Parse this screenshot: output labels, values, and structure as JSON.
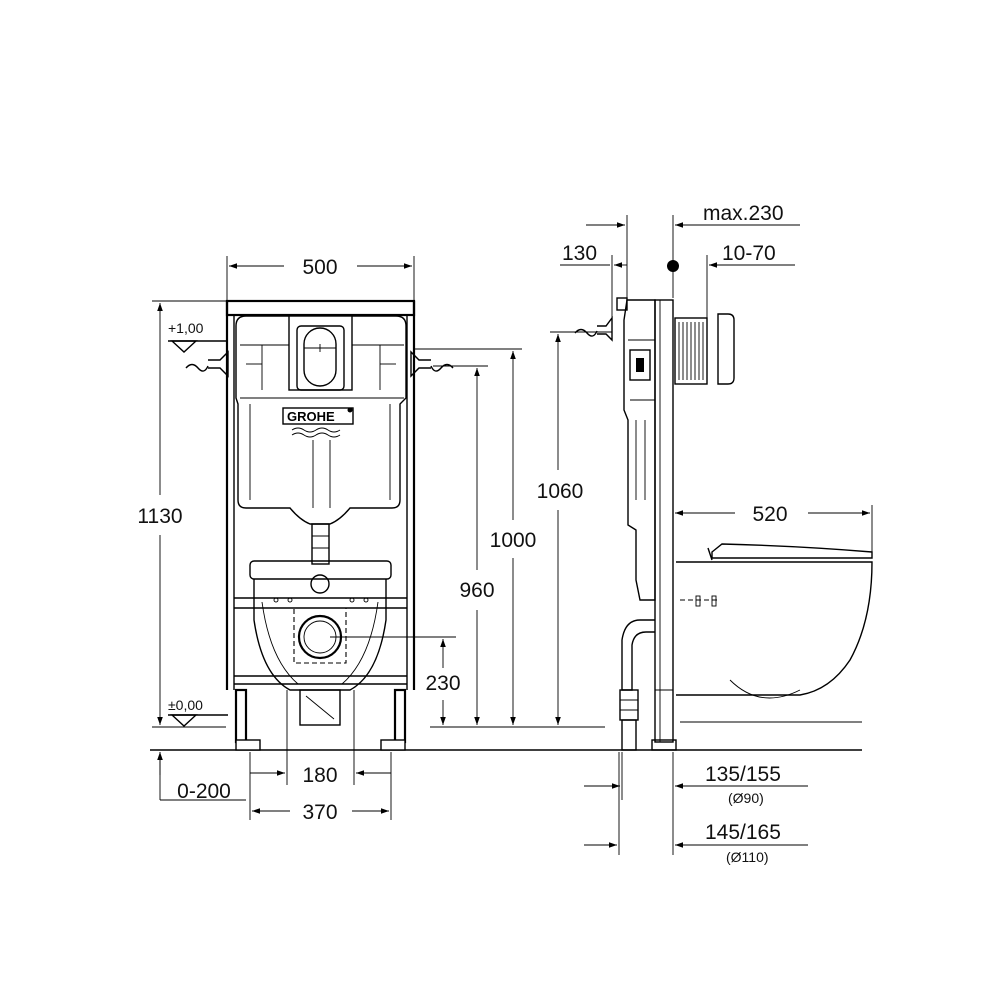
{
  "brand_logo": "GROHE",
  "levels": {
    "top": "+1,00",
    "floor": "±0,00"
  },
  "front_view": {
    "width": "500",
    "height_total": "1130",
    "height_1000": "1000",
    "height_960": "960",
    "height_230": "230",
    "offset": "0-200",
    "spacing_180": "180",
    "spacing_370": "370"
  },
  "side_view": {
    "max_depth": "max.230",
    "depth_130": "130",
    "depth_10_70": "10-70",
    "height_1060": "1060",
    "bowl_length": "520",
    "drain_90": "135/155",
    "drain_90_dia": "(Ø90)",
    "drain_110": "145/165",
    "drain_110_dia": "(Ø110)"
  },
  "icons": [
    "water-inlet-icon",
    "level-marker-icon",
    "flush-plate-icon"
  ]
}
